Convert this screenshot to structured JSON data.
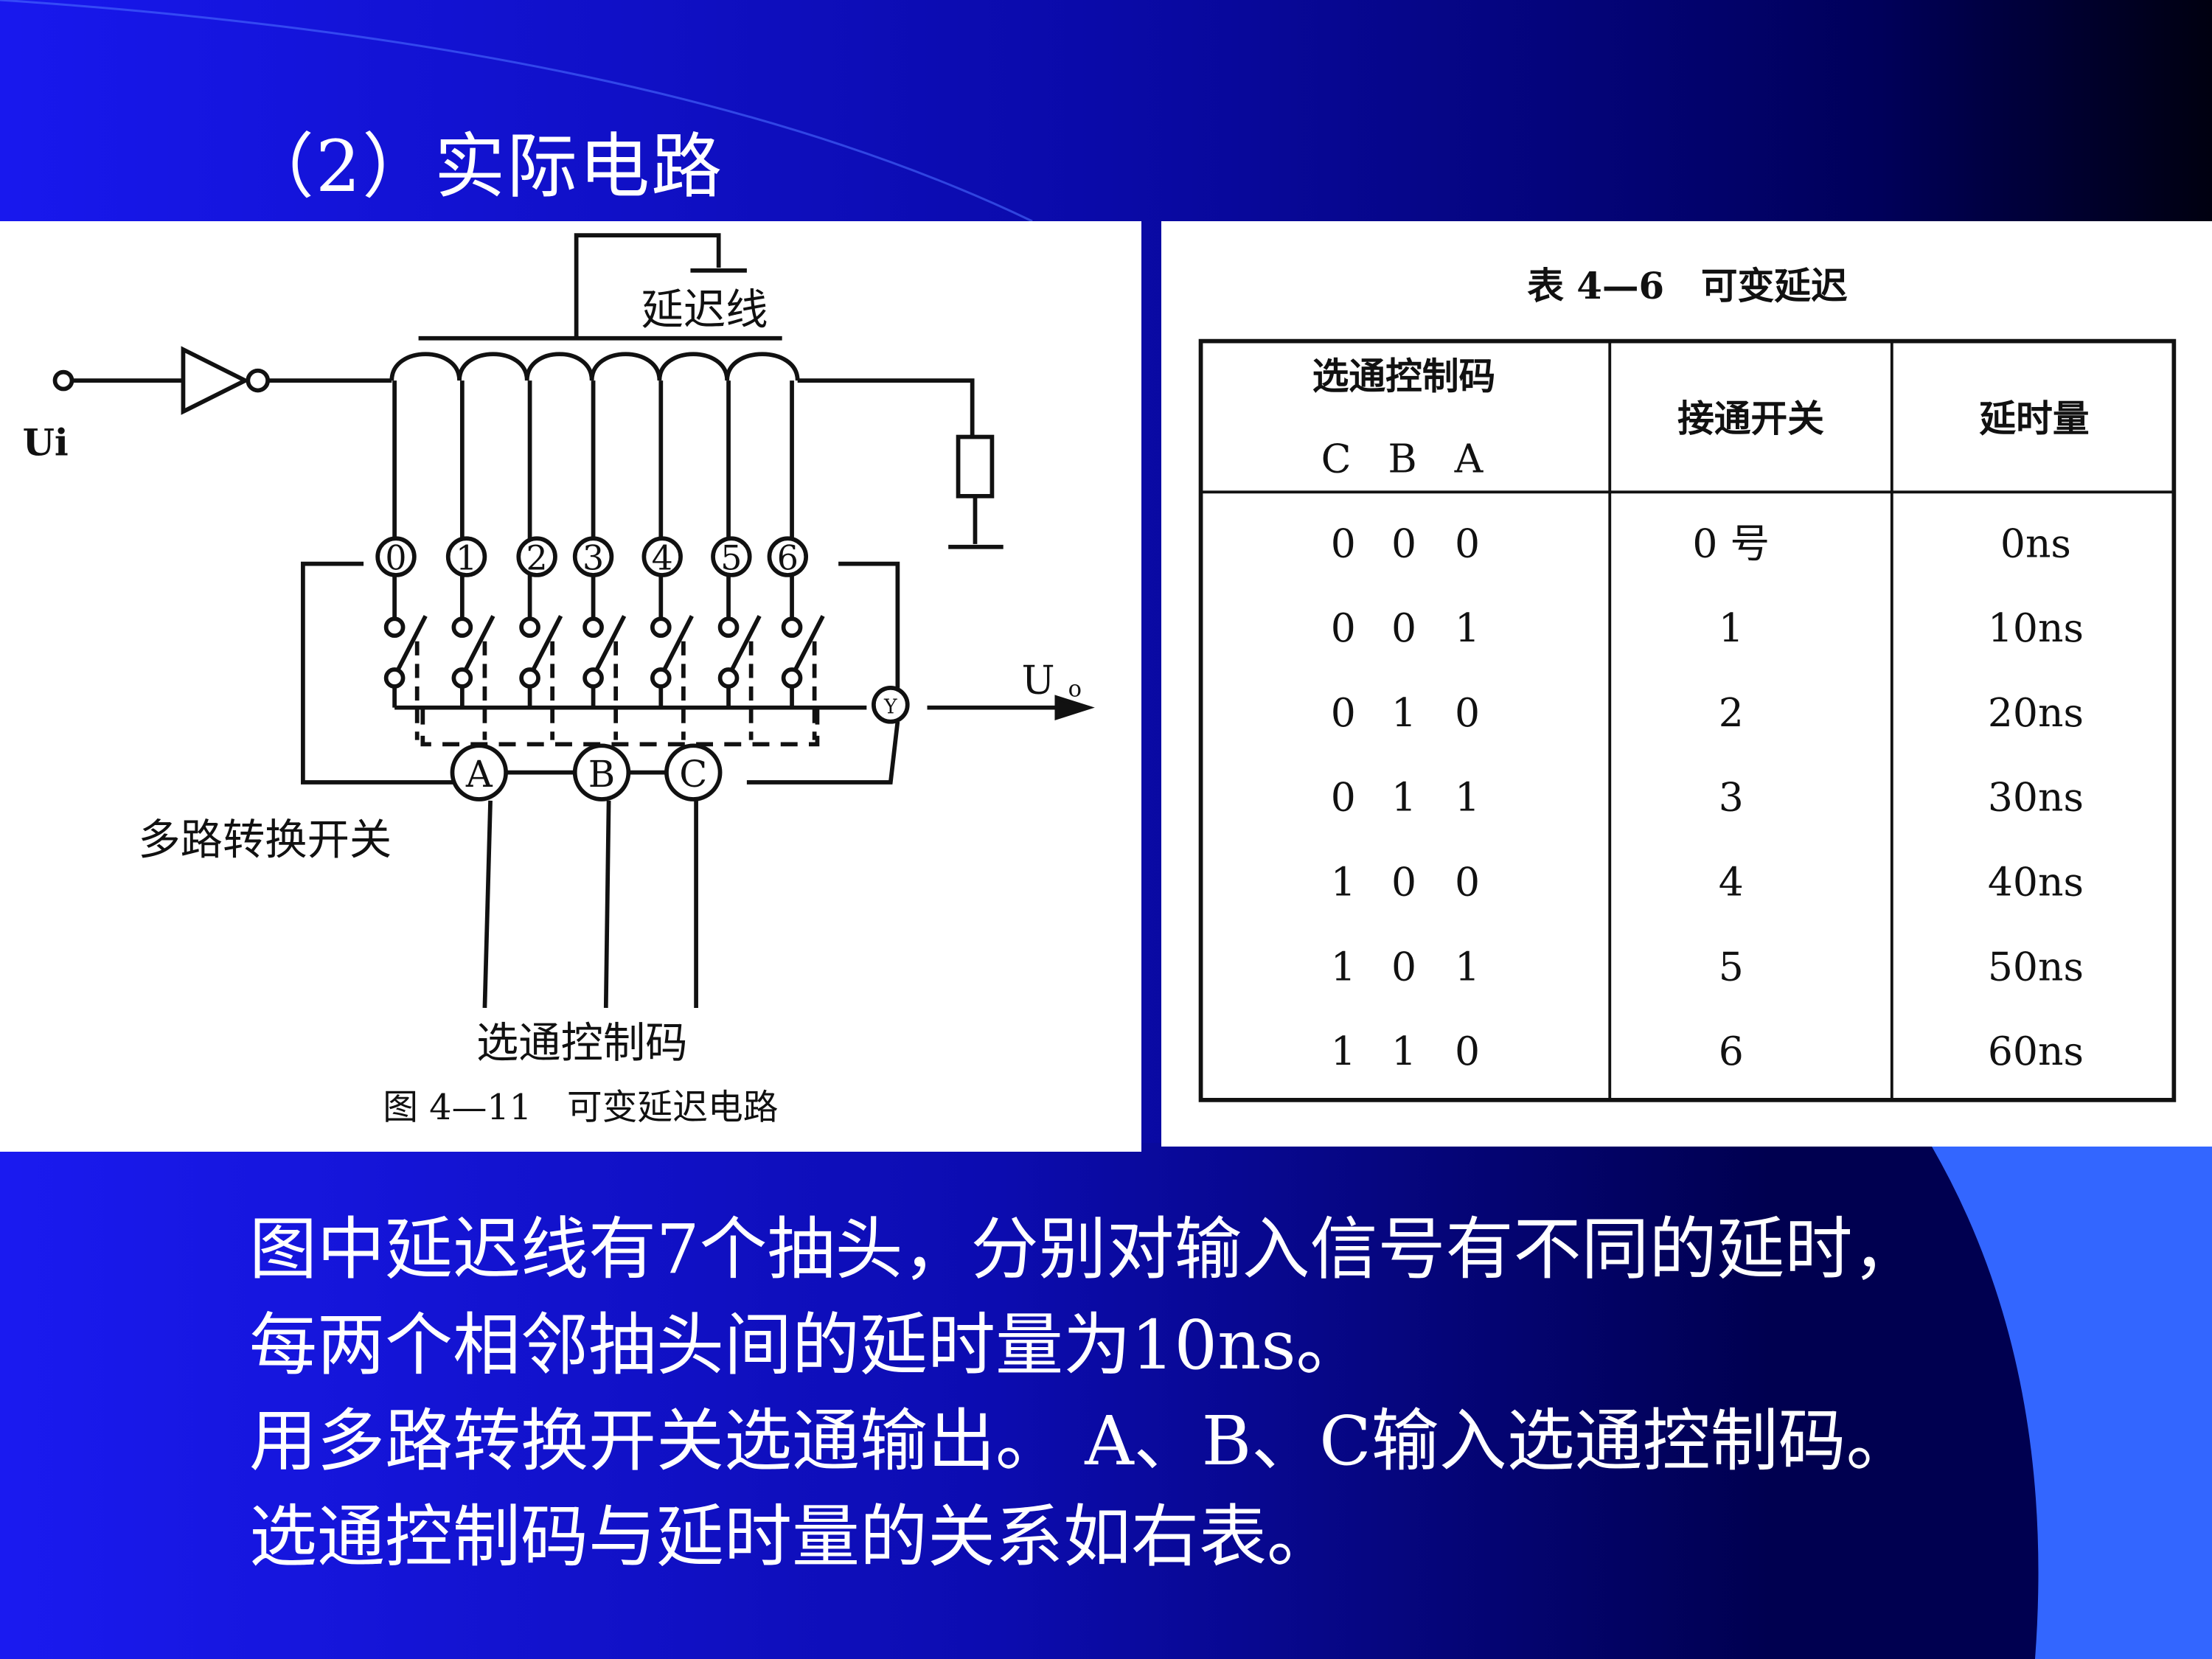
{
  "slide": {
    "title": "（2）实际电路",
    "body_lines": [
      "图中延迟线有7个抽头，分别对输入信号有不同的延时，",
      "每两个相邻抽头间的延时量为10ns。",
      "用多路转换开关选通输出。 A、B、C输入选通控制码。",
      "选通控制码与延时量的关系如右表。"
    ]
  },
  "circuit": {
    "delay_line_label": "延迟线",
    "input_label": "Ui",
    "output_label": "U",
    "output_subscript": "o",
    "taps": [
      "0",
      "1",
      "2",
      "3",
      "4",
      "5",
      "6"
    ],
    "selectors": [
      "A",
      "B",
      "C"
    ],
    "output_node": "Y",
    "mux_label": "多路转换开关",
    "control_label": "选通控制码",
    "caption": "图 4—11　可变延迟电路"
  },
  "table": {
    "caption": "表 4—6　可变延迟",
    "headers": {
      "code": "选通控制码",
      "code_bits": [
        "C",
        "B",
        "A"
      ],
      "switch": "接通开关",
      "delay": "延时量"
    },
    "rows": [
      {
        "c": "0",
        "b": "0",
        "a": "0",
        "switch": "0 号",
        "delay": "0ns"
      },
      {
        "c": "0",
        "b": "0",
        "a": "1",
        "switch": "1",
        "delay": "10ns"
      },
      {
        "c": "0",
        "b": "1",
        "a": "0",
        "switch": "2",
        "delay": "20ns"
      },
      {
        "c": "0",
        "b": "1",
        "a": "1",
        "switch": "3",
        "delay": "30ns"
      },
      {
        "c": "1",
        "b": "0",
        "a": "0",
        "switch": "4",
        "delay": "40ns"
      },
      {
        "c": "1",
        "b": "0",
        "a": "1",
        "switch": "5",
        "delay": "50ns"
      },
      {
        "c": "1",
        "b": "1",
        "a": "0",
        "switch": "6",
        "delay": "60ns"
      }
    ]
  },
  "colors": {
    "blue": "#1414e6",
    "navy": "#000050",
    "light_blue": "#3366ff"
  }
}
